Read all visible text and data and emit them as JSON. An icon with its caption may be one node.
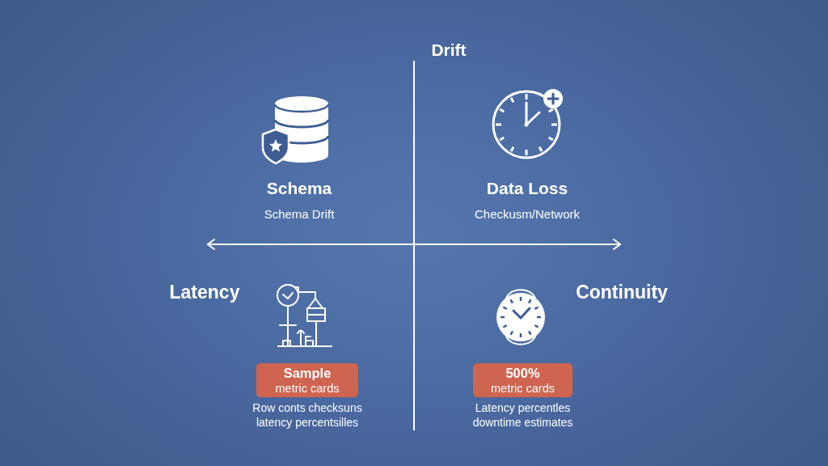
{
  "diagram": {
    "nodes": [
      {
        "text": [
          "Sample",
          "metric cards"
        ],
        "beside": [
          "Row conts checksuns latency percentsilles"
        ]
      },
      {
        "text": [
          "500%",
          "metric cards"
        ],
        "beside": [
          "Latency percentles downtime estimates"
        ]
      }
    ],
    "labels": [
      "Drift",
      "Schema",
      "Schema Drift",
      "Data Loss",
      "Checkusm/Network",
      "Latency",
      "Continuity"
    ]
  }
}
